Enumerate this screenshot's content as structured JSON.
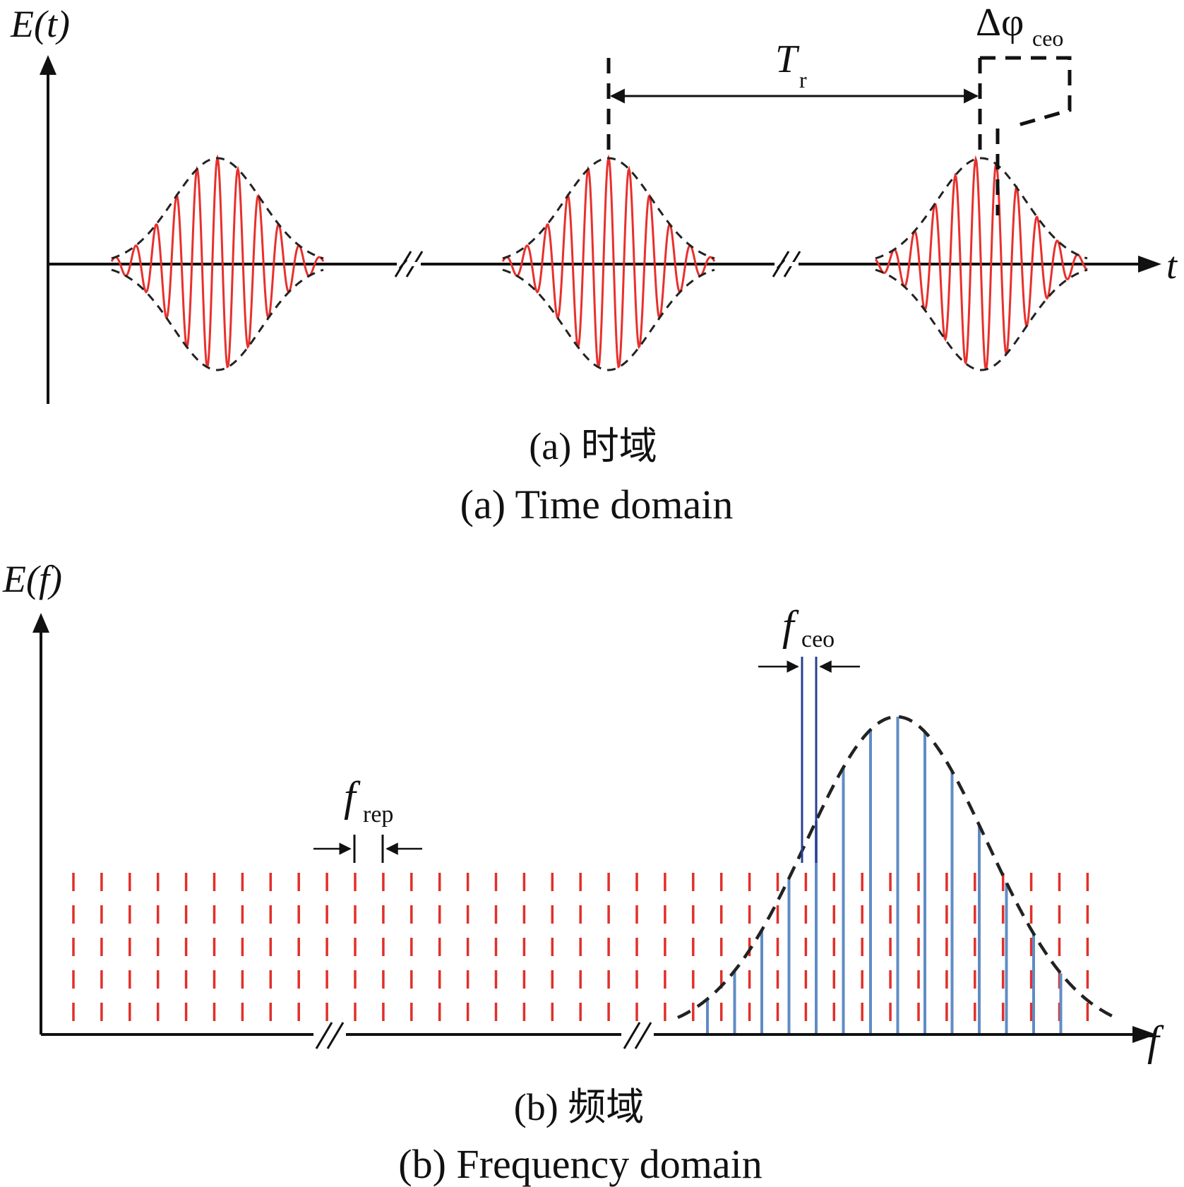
{
  "time_domain": {
    "y_axis_label": "E(t)",
    "x_axis_label": "t",
    "period_label_main": "T",
    "period_label_sub": "r",
    "phase_label_main": "Δφ",
    "phase_label_sub": "ceo",
    "caption_cn": "(a) 时域",
    "caption_en": "(a) Time domain",
    "pulse_count": 3,
    "axis_breaks": 2
  },
  "frequency_domain": {
    "y_axis_label": "E(f)",
    "x_axis_label": "f",
    "frep_label_main": "f",
    "frep_label_sub": "rep",
    "fceo_label_main": "f",
    "fceo_label_sub": "ceo",
    "caption_cn": "(b) 频域",
    "caption_en": "(b) Frequency domain",
    "red_comb_line_count": 37,
    "axis_breaks": 2
  },
  "colors": {
    "pulse": "#e8302c",
    "envelope": "#222222",
    "red_comb": "#e0302a",
    "blue_comb": "#5f8cc4",
    "blue_marker": "#2a3f8f",
    "axis": "#111111"
  }
}
